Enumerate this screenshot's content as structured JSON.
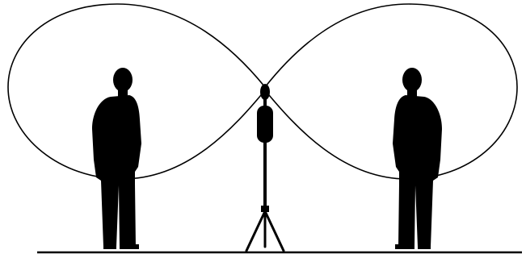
{
  "diagram": {
    "pattern": "figure-eight",
    "subjects": [
      {
        "side": "left",
        "icon": "person-silhouette-icon"
      },
      {
        "side": "right",
        "icon": "person-silhouette-icon"
      }
    ],
    "device": {
      "icon": "microphone-on-stand-icon"
    },
    "colors": {
      "ink": "#000000",
      "background": "#ffffff"
    }
  }
}
